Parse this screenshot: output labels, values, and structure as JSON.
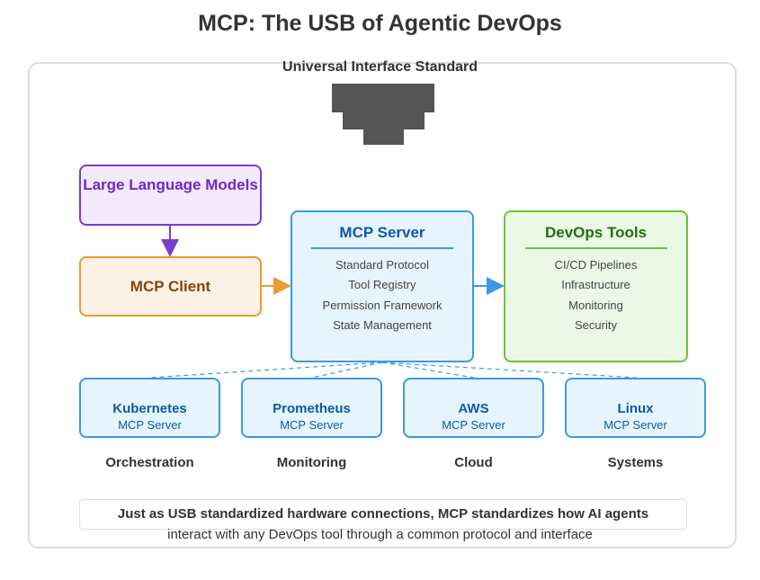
{
  "title": "MCP: The USB of Agentic DevOps",
  "subtitle": "Universal Interface Standard",
  "llm": {
    "label": "Large Language Models"
  },
  "client": {
    "label": "MCP Client"
  },
  "server": {
    "title": "MCP Server",
    "features": [
      "Standard Protocol",
      "Tool Registry",
      "Permission Framework",
      "State Management"
    ]
  },
  "tools": {
    "title": "DevOps Tools",
    "features": [
      "CI/CD Pipelines",
      "Infrastructure",
      "Monitoring",
      "Security"
    ]
  },
  "servers": [
    {
      "name": "Kubernetes",
      "sub": "MCP Server",
      "category": "Orchestration"
    },
    {
      "name": "Prometheus",
      "sub": "MCP Server",
      "category": "Monitoring"
    },
    {
      "name": "AWS",
      "sub": "MCP Server",
      "category": "Cloud"
    },
    {
      "name": "Linux",
      "sub": "MCP Server",
      "category": "Systems"
    }
  ],
  "note": {
    "line1": "Just as USB standardized hardware connections, MCP standardizes how AI agents",
    "line2": "interact with any DevOps tool through a common protocol and interface"
  },
  "colors": {
    "llm": "#7c3dce",
    "client": "#ef9a32",
    "server": "#3d98e6",
    "tools": "#6cc23c",
    "usb": "#555555"
  },
  "icons": [
    "usb-connector-icon"
  ]
}
